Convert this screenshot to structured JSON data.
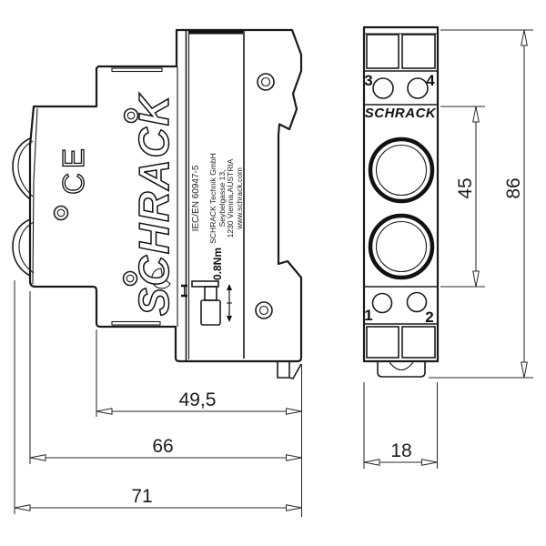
{
  "drawing": {
    "type": "technical-dimension-drawing",
    "side_view": {
      "brand_logo": "SCHRACK",
      "ce_mark": "CE",
      "label_lines": [
        "IEC/EN 60947-5",
        "SCHRACK Technik GmbH",
        "Seybelgasse 13,",
        "1230 Vienna,AUSTRIA",
        "www.schrack.com"
      ],
      "torque": "0.8Nm"
    },
    "front_view": {
      "brand_logo": "SCHRACK",
      "terminals": {
        "top_left": "3",
        "top_right": "4",
        "bottom_left": "1",
        "bottom_right": "2"
      }
    },
    "dimensions": {
      "depth_partial": "49,5",
      "depth_mid": "66",
      "depth_total": "71",
      "front_width": "18",
      "lens_span": "45",
      "height_total": "86"
    },
    "colors": {
      "line": "#1a1a1a",
      "background": "#ffffff"
    }
  }
}
